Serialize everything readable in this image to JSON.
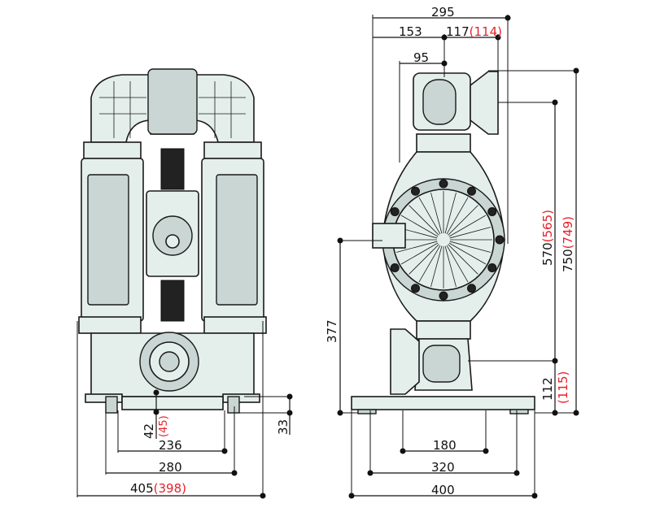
{
  "front_view": {
    "width_total": "405",
    "width_total_alt": "(398)",
    "width_feet_outer": "280",
    "width_feet_inner": "236",
    "outlet_height": "42",
    "outlet_height_alt": "(45)",
    "foot_height": "33"
  },
  "side_view": {
    "depth_total": "295",
    "depth_front": "153",
    "depth_rear": "117",
    "depth_rear_alt": "(114)",
    "offset_top": "95",
    "height_total": "750",
    "height_total_alt": "(749)",
    "height_outlet": "570",
    "height_outlet_alt": "(565)",
    "height_inlet": "112",
    "height_inlet_alt": "(115)",
    "height_air": "377",
    "base_total": "400",
    "base_holes_outer": "320",
    "base_holes_inner": "180"
  },
  "colors": {
    "dimension": "#111111",
    "alternate": "#e8202a",
    "body": "#e4efec"
  }
}
